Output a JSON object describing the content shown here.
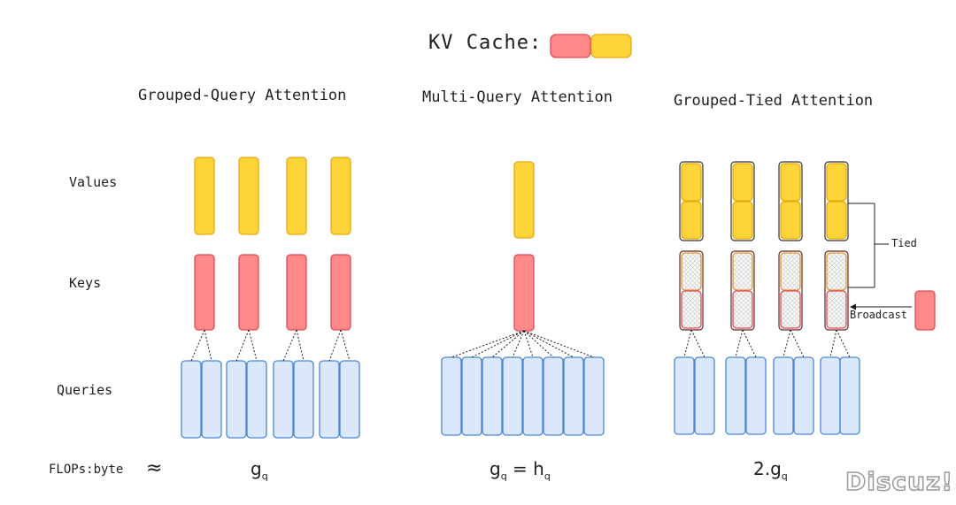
{
  "legend": {
    "title": "KV Cache:"
  },
  "sections": [
    {
      "title": "Grouped-Query Attention",
      "formula": {
        "lhs": "g",
        "lhs_sub": "q",
        "rhs": "",
        "rhs_sub": ""
      }
    },
    {
      "title": "Multi-Query Attention",
      "formula": {
        "lhs": "g",
        "lhs_sub": "q",
        "rhs": "= h",
        "rhs_sub": "q"
      }
    },
    {
      "title": "Grouped-Tied Attention",
      "formula": {
        "lhs": "2.g",
        "lhs_sub": "q",
        "rhs": "",
        "rhs_sub": ""
      }
    }
  ],
  "row_labels": {
    "values": "Values",
    "keys": "Keys",
    "queries": "Queries"
  },
  "annotations": {
    "tied": "Tied",
    "broadcast": "Broadcast"
  },
  "footer": {
    "flops_label": "FLOPs:byte",
    "approx_symbol": "≈"
  },
  "watermark": "Discuz!",
  "colors": {
    "value_fill": "#fdd538",
    "value_stroke": "#e9a913",
    "key_fill": "#fe8988",
    "key_stroke": "#e04a56",
    "query_fill": "#dbe8fb",
    "query_stroke": "#4a86d8",
    "dotted_line": "#1e1e1e",
    "text": "#1e1e1e"
  }
}
